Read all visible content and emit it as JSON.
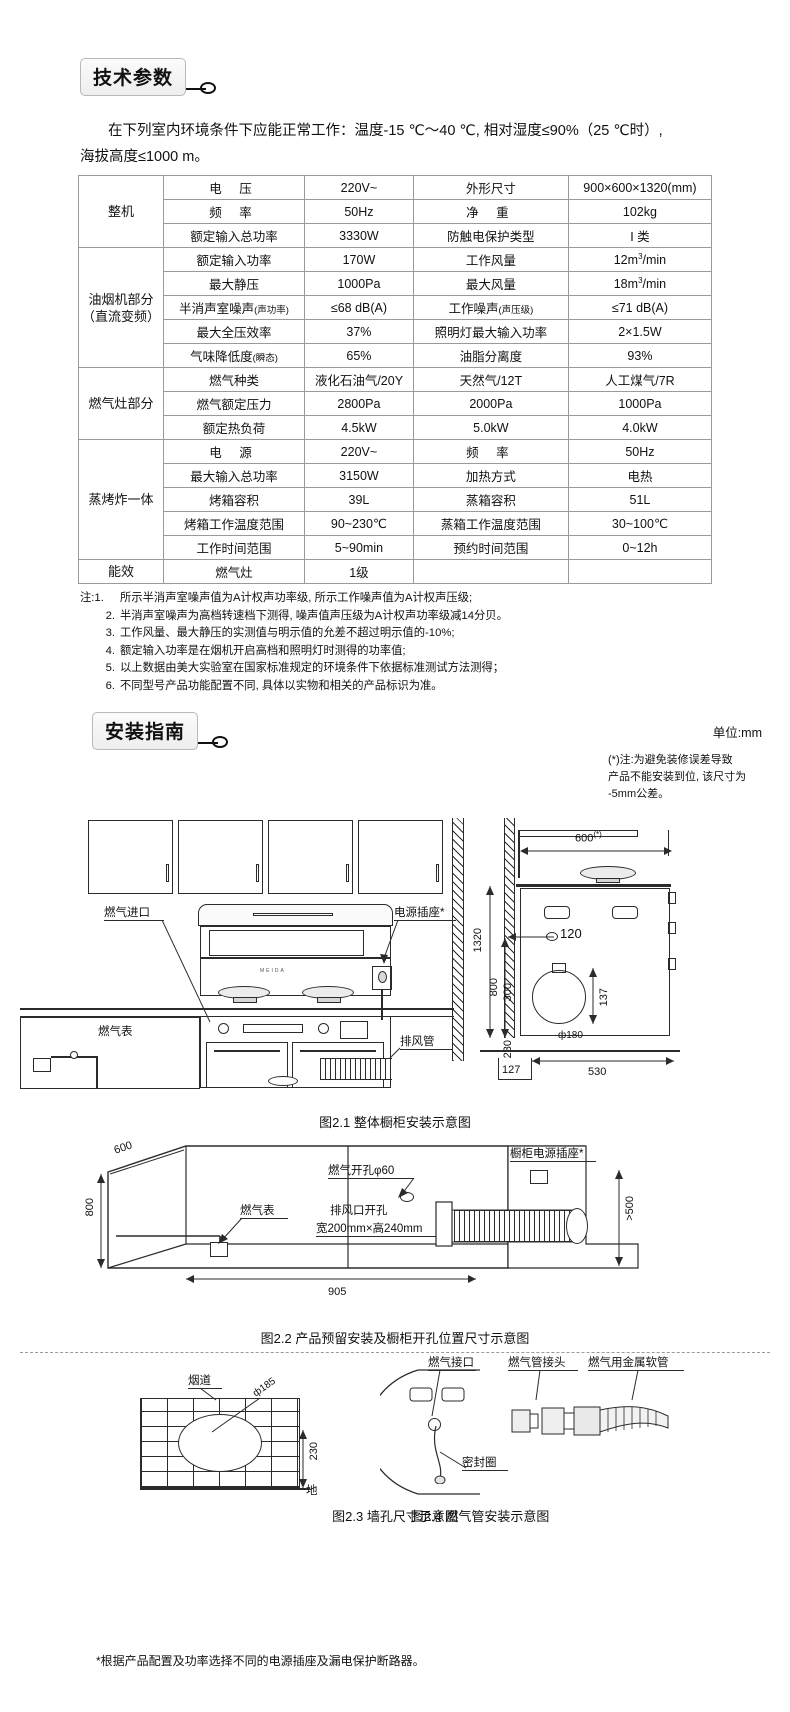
{
  "sections": {
    "tech": {
      "title": "技术参数"
    },
    "install": {
      "title": "安装指南"
    }
  },
  "intro": {
    "line1": "在下列室内环境条件下应能正常工作：温度-15 ℃～40 ℃, 相对湿度≤90%（25 ℃时）,",
    "line2": "海拔高度≤1000 m。"
  },
  "spec_table": {
    "groups": [
      {
        "name": "整机",
        "rows": [
          {
            "label": "电  压",
            "value": "220V~",
            "label2": "外形尺寸",
            "value2": "900×600×1320(mm)",
            "spaced": true
          },
          {
            "label": "频  率",
            "value": "50Hz",
            "label2": "净  重",
            "value2": "102kg",
            "spaced": true,
            "spaced2": true
          },
          {
            "label": "额定输入总功率",
            "value": "3330W",
            "label2": "防触电保护类型",
            "value2": "I 类"
          }
        ]
      },
      {
        "name": "油烟机部分\n（直流变频）",
        "name_line1": "油烟机部分",
        "name_line2": "（直流变频）",
        "rows": [
          {
            "label": "额定输入功率",
            "value": "170W",
            "label2": "工作风量",
            "value2": "12m3/min",
            "sup": "3",
            "value2_pre": "12m",
            "value2_post": "/min"
          },
          {
            "label": "最大静压",
            "value": "1000Pa",
            "label2": "最大风量",
            "value2": "18m3/min",
            "sup": "3",
            "value2_pre": "18m",
            "value2_post": "/min"
          },
          {
            "label": "半消声室噪声",
            "label_small": "(声功率)",
            "value": "≤68  dB(A)",
            "label2": "工作噪声",
            "label2_small": "(声压级)",
            "value2": "≤71  dB(A)"
          },
          {
            "label": "最大全压效率",
            "value": "37%",
            "label2": "照明灯最大输入功率",
            "value2": "2×1.5W"
          },
          {
            "label": "气味降低度",
            "label_small": "(瞬态)",
            "value": "65%",
            "label2": "油脂分离度",
            "value2": "93%"
          }
        ]
      },
      {
        "name": "燃气灶部分",
        "rows": [
          {
            "label": "燃气种类",
            "value": "液化石油气/20Y",
            "label2": "天然气/12T",
            "value2": "人工煤气/7R"
          },
          {
            "label": "燃气额定压力",
            "value": "2800Pa",
            "label2": "2000Pa",
            "value2": "1000Pa"
          },
          {
            "label": "额定热负荷",
            "value": "4.5kW",
            "label2": "5.0kW",
            "value2": "4.0kW"
          }
        ]
      },
      {
        "name": "蒸烤炸一体",
        "rows": [
          {
            "label": "电  源",
            "value": "220V~",
            "label2": "频  率",
            "value2": "50Hz",
            "spaced": true,
            "spaced2": true
          },
          {
            "label": "最大输入总功率",
            "value": "3150W",
            "label2": "加热方式",
            "value2": "电热"
          },
          {
            "label": "烤箱容积",
            "value": "39L",
            "label2": "蒸箱容积",
            "value2": "51L"
          },
          {
            "label": "烤箱工作温度范围",
            "value": "90~230℃",
            "label2": "蒸箱工作温度范围",
            "value2": "30~100℃"
          },
          {
            "label": "工作时间范围",
            "value": "5~90min",
            "label2": "预约时间范围",
            "value2": "0~12h"
          }
        ]
      },
      {
        "name": "能效",
        "rows": [
          {
            "label": "燃气灶",
            "value": "1级",
            "label2": "",
            "value2": ""
          }
        ]
      }
    ]
  },
  "notes": {
    "lead": "注:1.",
    "items": [
      {
        "num": "注:1.",
        "text": "所示半消声室噪声值为A计权声功率级, 所示工作噪声值为A计权声压级;"
      },
      {
        "num": "2.",
        "text": "半消声室噪声为高档转速档下测得, 噪声值声压级为A计权声功率级减14分贝。"
      },
      {
        "num": "3.",
        "text": "工作风量、最大静压的实测值与明示值的允差不超过明示值的-10%;"
      },
      {
        "num": "4.",
        "text": "额定输入功率是在烟机开启高档和照明灯时测得的功率值;"
      },
      {
        "num": "5.",
        "text": "以上数据由美大实验室在国家标准规定的环境条件下依据标准测试方法测得；"
      },
      {
        "num": "6.",
        "text": "不同型号产品功能配置不同, 具体以实物和相关的产品标识为准。"
      }
    ]
  },
  "install": {
    "unit_label": "单位:mm",
    "star_note_line1": "(*)注:为避免装修误差导致",
    "star_note_line2": "产品不能安装到位, 该尺寸为",
    "star_note_line3": "-5mm公差。",
    "fig1": {
      "caption": "图2.1 整体橱柜安装示意图",
      "labels": {
        "gas_inlet": "燃气进口",
        "gas_meter": "燃气表",
        "power_socket": "电源插座*",
        "exhaust_pipe": "排风管",
        "brand": "MEIDA"
      },
      "dims": {
        "d600": "600",
        "d600_sup": "(*)",
        "d1320": "1320",
        "d800": "800",
        "d300": "300",
        "d230": "230",
        "d120": "120",
        "d137": "137",
        "d180": "ф180",
        "d127": "127",
        "d530": "530"
      }
    },
    "fig2": {
      "caption": "图2.2 产品预留安装及橱柜开孔位置尺寸示意图",
      "labels": {
        "socket": "橱柜电源插座*",
        "gas_hole": "燃气开孔φ60",
        "gas_meter": "燃气表",
        "exhaust_hole_l1": "排风口开孔",
        "exhaust_hole_l2": "宽200mm×高240mm"
      },
      "dims": {
        "d600": "600",
        "d800": "800",
        "d905": "905",
        "d500": ">500"
      }
    },
    "fig3": {
      "caption": "图2.3 墙孔尺寸示意图",
      "labels": {
        "flue": "烟道",
        "ground": "地"
      },
      "dims": {
        "d185": "ф185",
        "d230": "230"
      }
    },
    "fig4": {
      "caption": "图2.4 燃气管安装示意图",
      "labels": {
        "gas_port": "燃气接口",
        "seal_ring": "密封圈",
        "gas_joint": "燃气管接头",
        "metal_hose": "燃气用金属软管"
      }
    },
    "footnote": "*根据产品配置及功率选择不同的电源插座及漏电保护断路器。"
  }
}
